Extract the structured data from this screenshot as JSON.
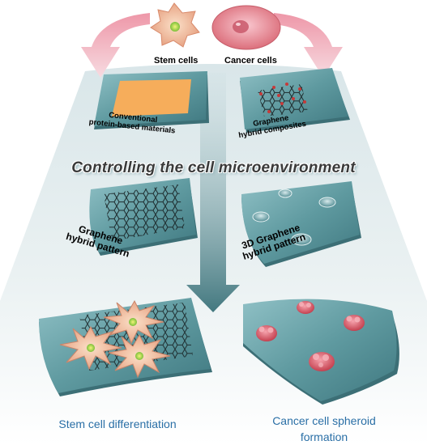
{
  "cells": {
    "stem_label": "Stem cells",
    "cancer_label": "Cancer cells"
  },
  "headline": "Controlling the cell microenvironment",
  "plates": {
    "conventional": {
      "line1": "Conventional",
      "line2": "protein-based materials"
    },
    "graphene_composite": {
      "line1": "Graphene",
      "line2": "hybrid composites"
    },
    "graphene_pattern": {
      "line1": "Graphene",
      "line2": "hybrid pattern"
    },
    "graphene_3d": {
      "line1": "3D Graphene",
      "line2": "hybrid pattern"
    }
  },
  "captions": {
    "stem": "Stem cell differentiation",
    "cancer_line1": "Cancer cell spheroid",
    "cancer_line2": "formation"
  },
  "colors": {
    "plate": "#5f9aa0",
    "background_top": "#d9e6e9",
    "background_bottom": "#ffffff",
    "arrow": "#e9a4b3",
    "stem_cell": "#e8a67e",
    "cancer_cell": "#e07680",
    "caption": "#2a6fa6",
    "protein_square": "#f6ad5b"
  }
}
